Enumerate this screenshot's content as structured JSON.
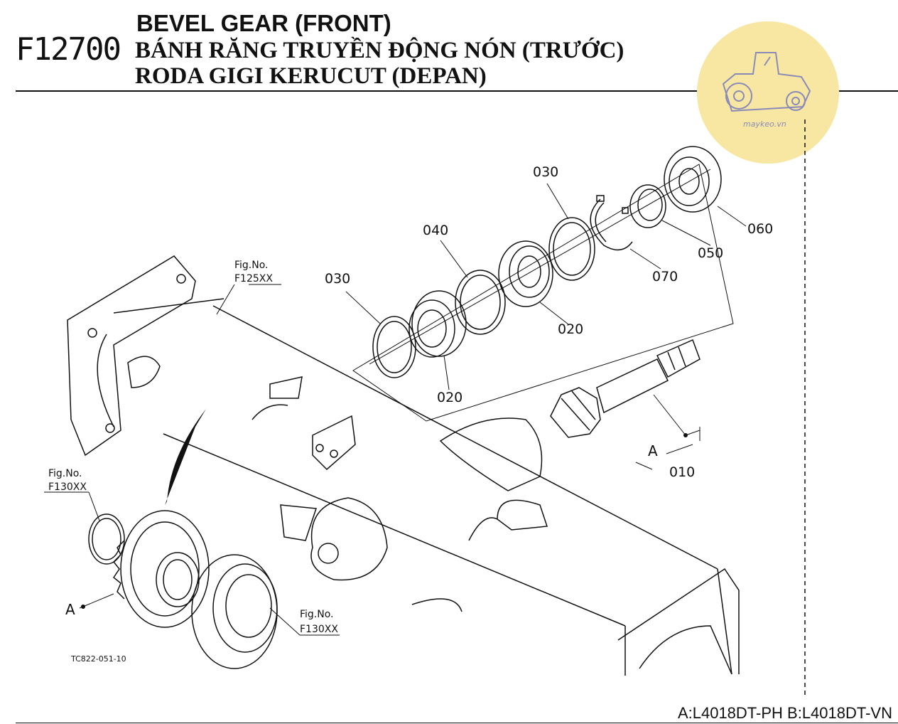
{
  "header": {
    "code": "F12700",
    "title_en": "BEVEL GEAR (FRONT)",
    "title_vi": "BÁNH RĂNG TRUYỀN ĐỘNG NÓN (TRƯỚC)",
    "title_id": "RODA GIGI KERUCUT (DEPAN)"
  },
  "watermark": {
    "text": "maykeo.vn",
    "color": "#f7e7a3",
    "icon": "tractor-icon"
  },
  "part_labels": {
    "p030_top": "030",
    "p040": "040",
    "p030_left": "030",
    "p020_bottom": "020",
    "p020_right": "020",
    "p070": "070",
    "p050": "050",
    "p060": "060",
    "p010": "010",
    "ref_a_shaft": "A",
    "ref_a_gear": "A"
  },
  "fig_refs": {
    "top_label": "Fig.No.",
    "top_value": "F125XX",
    "left_label": "Fig.No.",
    "left_value": "F130XX",
    "bottom_label": "Fig.No.",
    "bottom_value": "F130XX"
  },
  "drawing_id": "TC822-051-10",
  "footer": {
    "models": "A:L4018DT-PH B:L4018DT-VN"
  }
}
